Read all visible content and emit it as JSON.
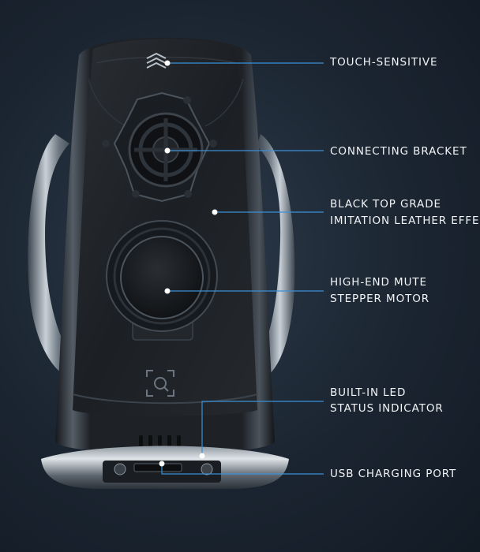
{
  "callouts": {
    "touch_sensitive": "TOUCH-SENSITIVE",
    "connecting_bracket": "CONNECTING BRACKET",
    "leather_line1": "BLACK TOP GRADE",
    "leather_line2": "IMITATION LEATHER EFFECT",
    "motor_line1": "HIGH-END MUTE",
    "motor_line2": "STEPPER MOTOR",
    "led_line1": "BUILT-IN LED",
    "led_line2": "STATUS INDICATOR",
    "usb_port": "USB CHARGING PORT"
  },
  "colors": {
    "background": "#1b2531",
    "callout_line": "#3b8fd6",
    "label_text": "#f2f4f6"
  }
}
